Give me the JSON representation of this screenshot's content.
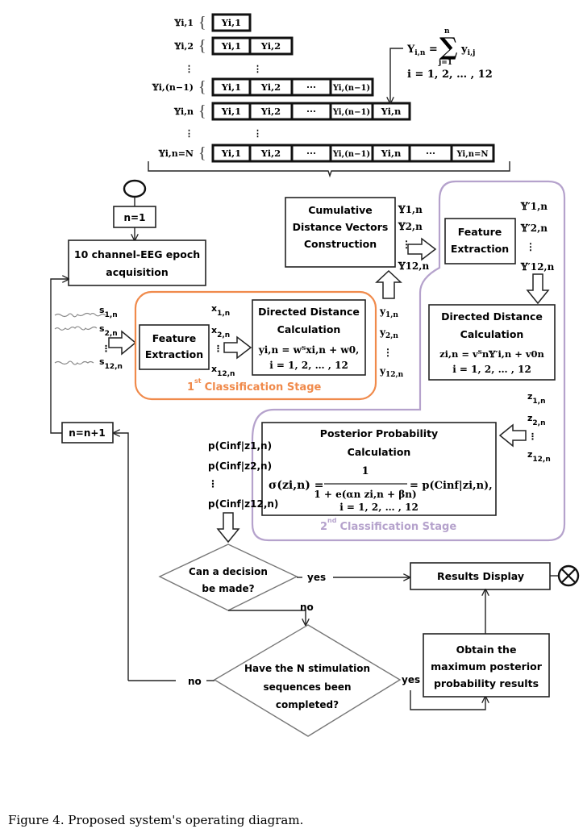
{
  "caption": "Figure 4. Proposed system's operating diagram.",
  "colors": {
    "stage1": "#f08a4b",
    "stage2": "#b5a2cc",
    "ink": "#222222"
  },
  "cumulative_rows": {
    "labels": [
      "𝕐i,1",
      "𝕐i,2",
      "⋮",
      "𝕐i,(n−1)",
      "𝕐i,n",
      "⋮",
      "𝕐i,n=N"
    ],
    "cells": [
      [
        "Yi,1"
      ],
      [
        "Yi,1",
        "Yi,2"
      ],
      [
        "⋮"
      ],
      [
        "Yi,1",
        "Yi,2",
        "···",
        "Yi,(n−1)"
      ],
      [
        "Yi,1",
        "Yi,2",
        "···",
        "Yi,(n−1)",
        "Yi,n"
      ],
      [
        "⋮"
      ],
      [
        "Yi,1",
        "Yi,2",
        "···",
        "Yi,(n−1)",
        "Yi,n",
        "···",
        "Yi,n=N"
      ]
    ],
    "formula": "Yi,n = Σ yi,j",
    "formula_upper": "n",
    "formula_lower": "j=1",
    "formula_index": "i = 1, 2, … , 12"
  },
  "start": {
    "n_init": "n=1"
  },
  "acquisition": {
    "line1": "10 channel-EEG epoch",
    "line2": "acquisition"
  },
  "signals": [
    "s1,n",
    "s2,n",
    "⋮",
    "s12,n"
  ],
  "stage1": {
    "label": "1st Classification Stage",
    "label_main": "1",
    "label_sup": "st",
    "label_rest": "Classification Stage",
    "feature": {
      "line1": "Feature",
      "line2": "Extraction"
    },
    "features": [
      "x1,n",
      "x2,n",
      "⋮",
      "x12,n"
    ],
    "ddc": {
      "line1": "Directed Distance",
      "line2": "Calculation",
      "formula": "yi,n = wᵀxi,n + w0,",
      "index": "i = 1, 2, … , 12"
    },
    "outputs": [
      "y1,n",
      "y2,n",
      "⋮",
      "y12,n"
    ]
  },
  "cumulative": {
    "line1": "Cumulative",
    "line2": "Distance Vectors",
    "line3": "Construction",
    "outputs": [
      "𝕐1,n",
      "𝕐2,n",
      "⋮",
      "𝕐12,n"
    ]
  },
  "stage2": {
    "label_main": "2",
    "label_sup": "nd",
    "label_rest": "Classification Stage",
    "feature": {
      "line1": "Feature",
      "line2": "Extraction"
    },
    "features": [
      "𝕐′1,n",
      "𝕐′2,n",
      "⋮",
      "𝕐′12,n"
    ],
    "ddc": {
      "line1": "Directed Distance",
      "line2": "Calculation",
      "formula": "zi,n = vᵀn𝕐′i,n + v0n",
      "index": "i = 1, 2, … , 12"
    },
    "outputs": [
      "z1,n",
      "z2,n",
      "⋮",
      "z12,n"
    ],
    "posterior": {
      "line1": "Posterior Probability",
      "line2": "Calculation",
      "lhs": "σ(zi,n) =",
      "numerator": "1",
      "denominator": "1 + e(αn zi,n + βn)",
      "rhs": "= p(Cinf|zi,n),",
      "index": "i = 1, 2, … , 12"
    }
  },
  "probabilities": [
    "p(Cinf|z1,n)",
    "p(Cinf|z2,n)",
    "⋮",
    "p(Cinf|z12,n)"
  ],
  "increment": "n=n+1",
  "decision1": {
    "line1": "Can a decision",
    "line2": "be made?",
    "yes": "yes",
    "no": "no"
  },
  "decision2": {
    "line1": "Have the N stimulation",
    "line2": "sequences been",
    "line3": "completed?",
    "yes": "yes",
    "no": "no"
  },
  "results": "Results Display",
  "maxpost": {
    "line1": "Obtain the",
    "line2": "maximum posterior",
    "line3": "probability results"
  }
}
